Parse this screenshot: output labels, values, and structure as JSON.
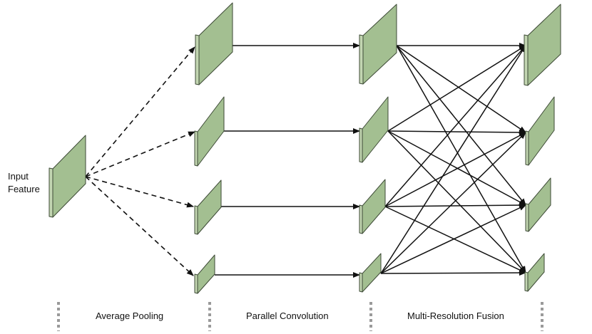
{
  "input_label": {
    "line1": "Input",
    "line2": "Feature"
  },
  "stages": {
    "pooling": "Average Pooling",
    "convolution": "Parallel Convolution",
    "fusion": "Multi-Resolution Fusion"
  },
  "colors": {
    "block_face": "#a3bf91",
    "block_side": "#c3d6b2",
    "block_stroke": "#3d4a36",
    "arrow": "#111111",
    "divider": "#9a9a9a"
  }
}
